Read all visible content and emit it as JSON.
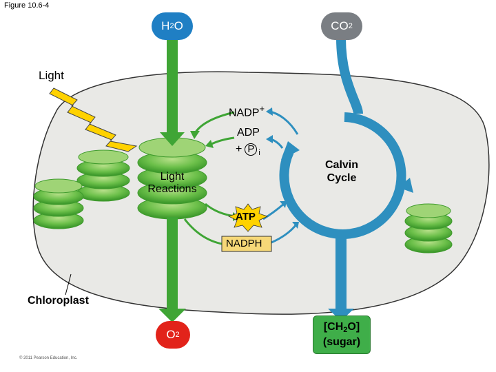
{
  "figure_label": "Figure 10.6-4",
  "copyright": "© 2011 Pearson Education, Inc.",
  "colors": {
    "green_arrow": "#3fa535",
    "blue_arrow": "#2e8fbf",
    "chloroplast_fill": "#e9e9e6",
    "h2o_badge": "#1f7fc4",
    "co2_badge": "#7a7e83",
    "o2_badge": "#e2231a",
    "sugar_badge": "#3fae49",
    "atp_highlight": "#ffd200",
    "nadph_highlight": "#f6d878"
  },
  "inputs": {
    "water": {
      "main": "H",
      "sub": "2",
      "tail": "O"
    },
    "carbon_dioxide": {
      "main": "CO",
      "sub": "2"
    }
  },
  "outputs": {
    "oxygen": {
      "main": "O",
      "sub": "2"
    },
    "sugar_line1_main": "[CH",
    "sugar_line1_sub": "2",
    "sugar_line1_tail": "O]",
    "sugar_line2": "(sugar)"
  },
  "labels": {
    "light": "Light",
    "light_reactions_line1": "Light",
    "light_reactions_line2": "Reactions",
    "calvin_line1": "Calvin",
    "calvin_line2": "Cycle",
    "chloroplast": "Chloroplast",
    "nadp": "NADP",
    "nadp_sup": "+",
    "adp": "ADP",
    "plus": "+",
    "pi": "P",
    "pi_sub": "i",
    "atp": "ATP",
    "nadph": "NADPH"
  }
}
